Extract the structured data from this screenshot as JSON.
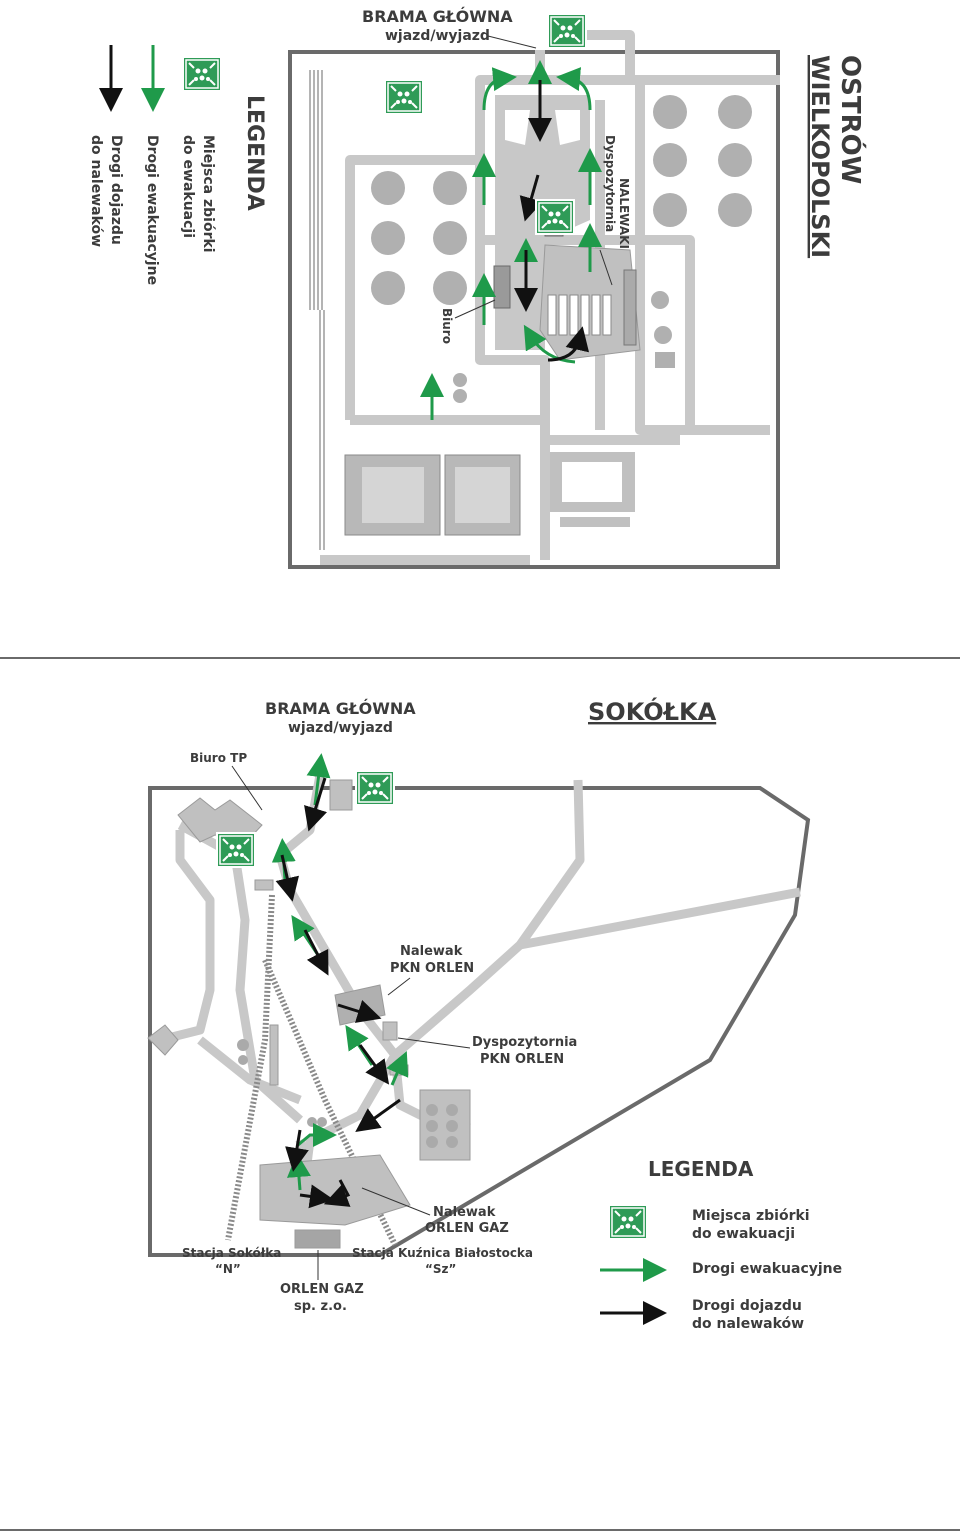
{
  "map_top": {
    "city_line1": "OSTRÓW",
    "city_line2": "WIELKOPOLSKI",
    "gate_title": "BRAMA GŁÓWNA",
    "gate_subtitle": "wjazd/wyjazd",
    "label_fill_station": "NALEWAKI",
    "label_dispatch": "Dyspozytornia",
    "label_office": "Biuro",
    "legend": {
      "title": "LEGENDA",
      "items": [
        {
          "line1": "Miejsca zbiórki",
          "line2": "do ewakuacji"
        },
        {
          "line1": "Drogi ewakuacyjne",
          "line2": ""
        },
        {
          "line1": "Drogi dojazdu",
          "line2": "do nalewaków"
        }
      ]
    }
  },
  "map_bottom": {
    "city": "SOKÓŁKA",
    "gate_title": "BRAMA GŁÓWNA",
    "gate_subtitle": "wjazd/wyjazd",
    "label_office": "Biuro TP",
    "label_filler_pkn_line1": "Nalewak",
    "label_filler_pkn_line2": "PKN ORLEN",
    "label_dispatch_line1": "Dyspozytornia",
    "label_dispatch_line2": "PKN ORLEN",
    "label_filler_gaz_line1": "Nalewak",
    "label_filler_gaz_line2": "ORLEN GAZ",
    "label_station_n_line1": "Stacja Sokółka",
    "label_station_n_line2": "“N”",
    "label_station_sz_line1": "Stacja Kuźnica Białostocka",
    "label_station_sz_line2": "“Sz”",
    "label_company_line1": "ORLEN GAZ",
    "label_company_line2": "sp. z.o.",
    "legend": {
      "title": "LEGENDA",
      "items": [
        {
          "line1": "Miejsca zbiórki",
          "line2": "do ewakuacji"
        },
        {
          "line1": "Drogi ewakuacyjne",
          "line2": ""
        },
        {
          "line1": "Drogi dojazdu",
          "line2": "do nalewaków"
        }
      ]
    }
  },
  "colors": {
    "evacuation_green": "#1f9a4a",
    "access_black": "#111111",
    "assembly_point_bg": "#2f9b57",
    "road_gray": "#c8c8c8",
    "wall_gray": "#6a6a6a"
  },
  "icons": {
    "assembly_point": "assembly-point-icon",
    "evacuation_arrow": "green-arrow-icon",
    "access_arrow": "black-arrow-icon"
  }
}
